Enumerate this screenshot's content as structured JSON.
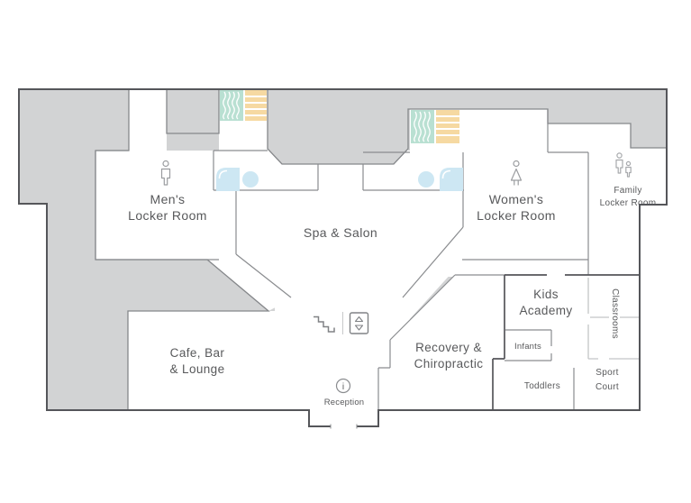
{
  "title": "Club floor plan",
  "colors": {
    "floor_gray": "#d2d3d4",
    "outline_dark": "#55565a",
    "wall_gray": "#8a8c8f",
    "wall_light": "#c3c5c6",
    "steam_teal": "#b9e0d2",
    "sauna_sand": "#f6d9a2",
    "water_blue": "#cde7f3",
    "text_dark": "#58595b",
    "icon_gray": "#9b9da0"
  },
  "rooms": {
    "mens": {
      "line1": "Men's",
      "line2": "Locker Room"
    },
    "womens": {
      "line1": "Women's",
      "line2": "Locker Room"
    },
    "spa": {
      "label": "Spa & Salon"
    },
    "family": {
      "line1": "Family",
      "line2": "Locker Room"
    },
    "cafe": {
      "line1": "Cafe, Bar",
      "line2": "& Lounge"
    },
    "recovery": {
      "line1": "Recovery &",
      "line2": "Chiropractic"
    },
    "kids": {
      "line1": "Kids",
      "line2": "Academy"
    },
    "infants": {
      "label": "Infants"
    },
    "toddlers": {
      "label": "Toddlers"
    },
    "classrooms": {
      "label": "Classrooms"
    },
    "sport": {
      "line1": "Sport",
      "line2": "Court"
    },
    "reception": {
      "label": "Reception",
      "info_symbol": "i"
    }
  },
  "icons": {
    "male": "male-restroom-figure",
    "female": "female-restroom-figure",
    "family": "adult-with-child-figure",
    "steam_room": "steam-room-tile",
    "sauna": "sauna-bench-tile",
    "hot_tub": "hot-tub",
    "plunge_pool": "round-plunge-pool",
    "stairs": "stairs",
    "elevator": "elevator",
    "info": "information"
  }
}
